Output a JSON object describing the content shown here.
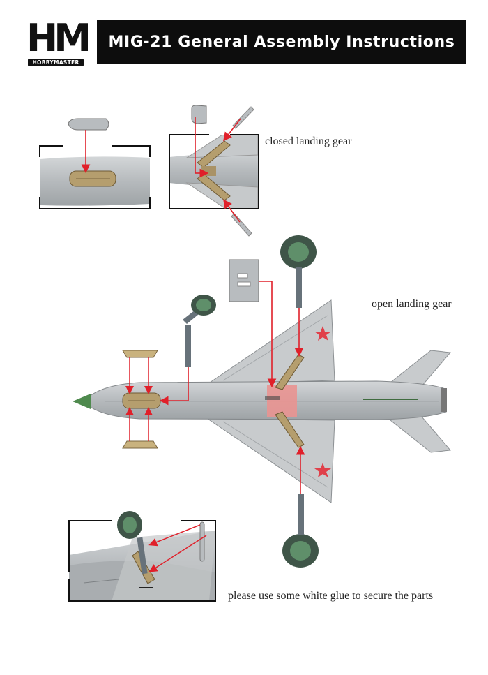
{
  "logo": {
    "mark": "HM",
    "brand": "HOBBYMASTER"
  },
  "header": {
    "title": "MIG-21 General Assembly Instructions"
  },
  "captions": {
    "closed_gear": "closed landing gear",
    "open_gear": "open landing gear",
    "glue_note": "please use some white glue to secure the parts"
  },
  "colors": {
    "arrow": "#e0202a",
    "fuselage": "#b9bdc0",
    "bay": "#b59e6e",
    "wheel": "#3f5548",
    "star": "#e0404a"
  }
}
